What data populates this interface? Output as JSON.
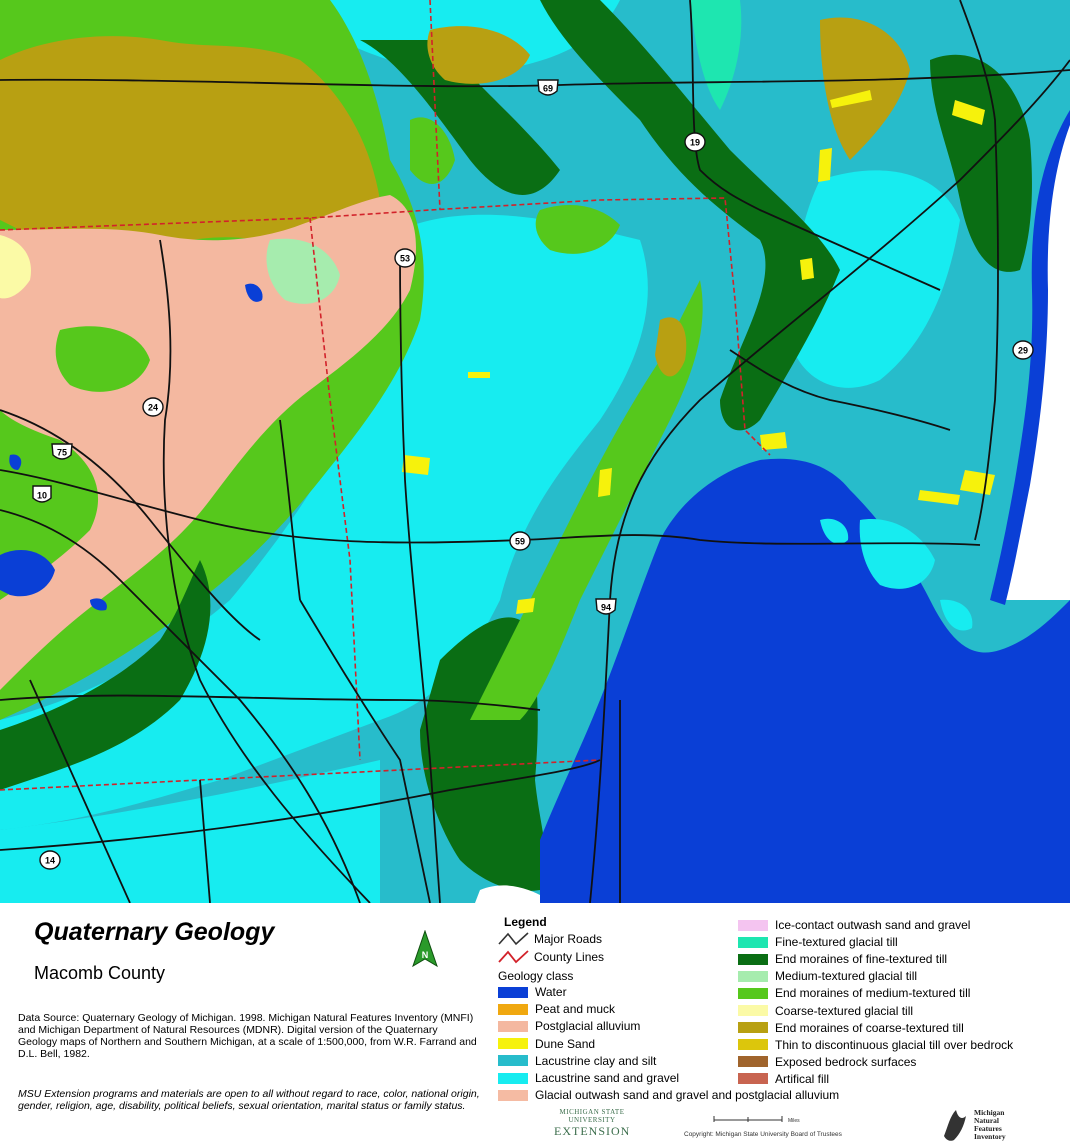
{
  "title": "Quaternary Geology",
  "subtitle": "Macomb County",
  "data_source": "Data Source: Quaternary Geology of Michigan. 1998. Michigan Natural Features Inventory (MNFI) and Michigan Department of Natural Resources (MDNR). Digital version of the Quaternary Geology maps of Northern and Southern Michigan, at a scale of 1:500,000, from W.R. Farrand and D.L. Bell, 1982.",
  "disclaimer": "MSU Extension programs and materials are open to all without regard to race, color, national origin, gender, religion, age, disability, political beliefs, sexual orientation, marital status or family status.",
  "north_arrow_label": "N",
  "legend": {
    "heading": "Legend",
    "major_roads": "Major Roads",
    "county_lines": "County Lines",
    "geology_heading": "Geology class",
    "classes_left": [
      {
        "label": "Water",
        "color": "#0a3fd6"
      },
      {
        "label": "Peat and muck",
        "color": "#f0a810"
      },
      {
        "label": "Postglacial alluvium",
        "color": "#f4b8a0"
      },
      {
        "label": "Dune Sand",
        "color": "#f6f20c"
      },
      {
        "label": "Lacustrine clay and silt",
        "color": "#27bccb"
      },
      {
        "label": "Lacustrine sand and gravel",
        "color": "#17ecf0"
      },
      {
        "label": "Glacial outwash sand and gravel and postglacial alluvium",
        "color": "#f5bba3"
      }
    ],
    "classes_right": [
      {
        "label": "Ice-contact outwash sand and gravel",
        "color": "#f4c4f0"
      },
      {
        "label": "Fine-textured glacial till",
        "color": "#1ee6b0"
      },
      {
        "label": "End moraines of fine-textured till",
        "color": "#0a6e14"
      },
      {
        "label": "Medium-textured glacial till",
        "color": "#a6ecae"
      },
      {
        "label": "End moraines of medium-textured till",
        "color": "#56c81c"
      },
      {
        "label": "Coarse-textured glacial till",
        "color": "#fbfaa6"
      },
      {
        "label": "End moraines of coarse-textured till",
        "color": "#b8a012"
      },
      {
        "label": "Thin to discontinuous glacial till over bedrock",
        "color": "#dcc60c"
      },
      {
        "label": "Exposed bedrock surfaces",
        "color": "#a0642c"
      },
      {
        "label": "Artifical fill",
        "color": "#c86450"
      }
    ]
  },
  "route_markers": [
    {
      "label": "69",
      "kind": "interstate"
    },
    {
      "label": "19",
      "kind": "state"
    },
    {
      "label": "53",
      "kind": "state"
    },
    {
      "label": "29",
      "kind": "state"
    },
    {
      "label": "24",
      "kind": "state"
    },
    {
      "label": "75",
      "kind": "interstate"
    },
    {
      "label": "10",
      "kind": "us"
    },
    {
      "label": "59",
      "kind": "state"
    },
    {
      "label": "94",
      "kind": "interstate"
    },
    {
      "label": "14",
      "kind": "state"
    }
  ],
  "msu_logo": {
    "line1": "MICHIGAN STATE",
    "line2": "UNIVERSITY",
    "line3": "EXTENSION"
  },
  "scale_label": "Miles",
  "copyright": "Copyright: Michigan State University Board of Trustees",
  "mnfi_logo": [
    "Michigan",
    "Natural",
    "Features",
    "Inventory"
  ],
  "map_colors": {
    "background": "#27bccb",
    "lacustrine_sand": "#17ecf0",
    "water": "#0a3fd6",
    "moraine_fine": "#0a6e14",
    "moraine_medium": "#56c81c",
    "moraine_coarse": "#b8a012",
    "alluvium": "#f4b8a0",
    "medium_till": "#a6ecae",
    "dune": "#f6f20c",
    "road": "#111111",
    "county_line": "#d2222a"
  }
}
